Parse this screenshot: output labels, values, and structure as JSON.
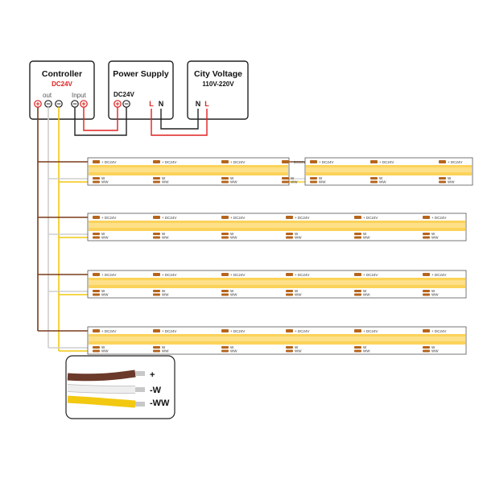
{
  "controller": {
    "title": "Controller",
    "voltage": "DC24V",
    "out_label": "out",
    "input_label": "Input",
    "plus": "+",
    "minus": "−"
  },
  "power_supply": {
    "title": "Power Supply",
    "voltage": "DC24V",
    "plus": "+",
    "minus": "−",
    "L": "L",
    "N": "N"
  },
  "city_voltage": {
    "title": "City Voltage",
    "range": "110V-220V",
    "N": "N",
    "L": "L"
  },
  "strip": {
    "pad_plus": "+ DC24V",
    "pad_w": "W",
    "pad_ww": "WW",
    "color_led": "#FBD35A",
    "color_pad": "#B5651D"
  },
  "legend": {
    "plus": "+",
    "w": "-W",
    "ww": "-WW"
  },
  "colors": {
    "wire_plus": "#7A3B1C",
    "wire_w": "#d9d9d9",
    "wire_ww": "#F2C811",
    "wire_red": "#E02020",
    "wire_black": "#222222",
    "accent_red": "#E02020"
  }
}
